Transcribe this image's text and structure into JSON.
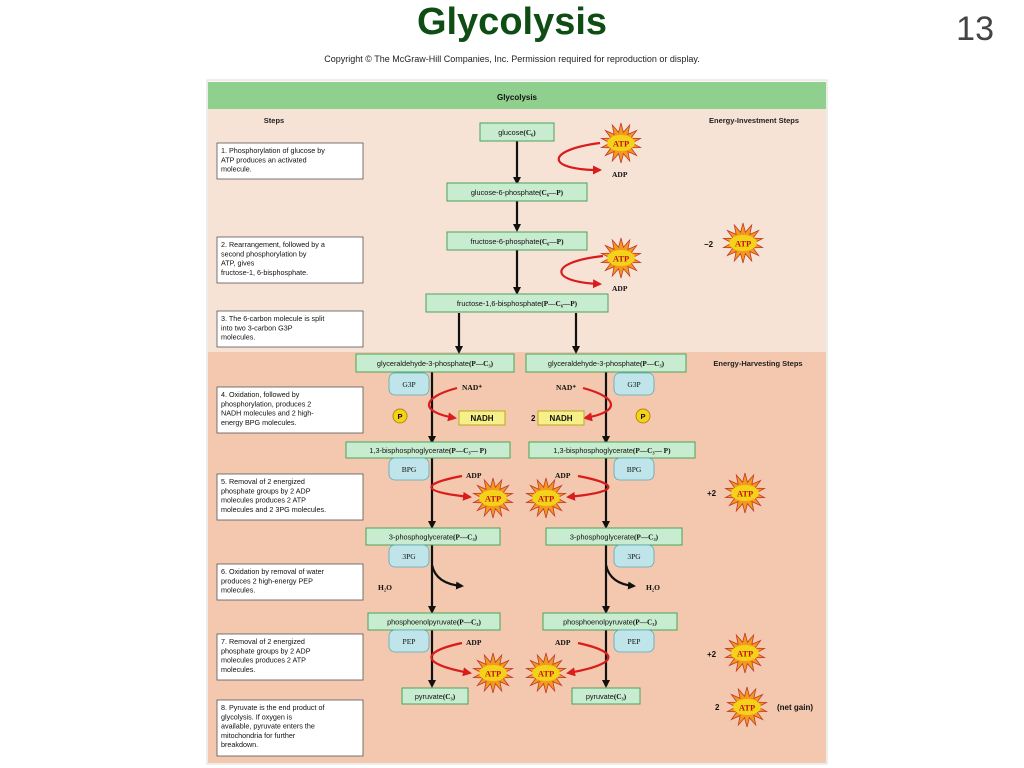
{
  "slide": {
    "title": "Glycolysis",
    "number": "13",
    "copyright": "Copyright © The McGraw-Hill Companies, Inc. Permission required for reproduction or display."
  },
  "figure": {
    "banner": "Glycolysis",
    "steps_header": "Steps",
    "investment_header": "Energy-Investment Steps",
    "harvesting_header": "Energy-Harvesting Steps",
    "colors": {
      "banner": "#8fd08f",
      "investment_bg": "#f7e2d6",
      "harvesting_bg": "#f3c8ae",
      "molecule_box": "#c8ecd0",
      "molecule_border": "#4aa35a",
      "abbr_box": "#bfe4ea",
      "nadh_box": "#f7f08a",
      "arrow_red": "#d91c1c",
      "atp_burst": "#f39a1e",
      "atp_center": "#f5d21a"
    },
    "steps": [
      [
        "1. Phosphorylation of glucose by",
        "ATP produces an activated",
        "molecule."
      ],
      [
        "2. Rearrangement, followed by a",
        "second phosphorylation by",
        "ATP, gives",
        "fructose-1, 6-bisphosphate."
      ],
      [
        "3. The 6-carbon molecule is split",
        "into two 3-carbon G3P",
        "molecules."
      ],
      [
        "4. Oxidation, followed by",
        "phosphorylation, produces 2",
        "NADH molecules and 2 high-",
        "energy BPG molecules."
      ],
      [
        "5. Removal of 2 energized",
        "phosphate groups by 2 ADP",
        "molecules produces 2 ATP",
        "molecules and 2 3PG molecules."
      ],
      [
        "6. Oxidation by removal of water",
        "produces 2 high-energy PEP",
        "molecules."
      ],
      [
        "7. Removal of 2 energized",
        "phosphate groups by 2 ADP",
        "molecules produces 2 ATP",
        "molecules."
      ],
      [
        "8. Pyruvate is the end product of",
        "glycolysis. If oxygen is",
        "available, pyruvate enters the",
        "mitochondria for further",
        "breakdown."
      ]
    ],
    "molecules": {
      "glucose": {
        "name": "glucose",
        "formula": "(C₆)"
      },
      "g6p": {
        "name": "glucose-6-phosphate",
        "formula": "(C₆—P)"
      },
      "f6p": {
        "name": "fructose-6-phosphate",
        "formula": "(C₆—P)"
      },
      "f16bp": {
        "name": "fructose-1,6-bisphosphate",
        "formula": "(P—C₆—P)"
      },
      "g3p": {
        "name": "glyceraldehyde-3-phosphate",
        "formula": "(P—C₃)"
      },
      "bpg": {
        "name": "1,3-bisphosphoglycerate",
        "formula": "(P—C₃— P)"
      },
      "pg3": {
        "name": "3-phosphoglycerate",
        "formula": "(P—C₃)"
      },
      "pep": {
        "name": "phosphoenolpyruvate",
        "formula": "(P—C₃)"
      },
      "pyruvate": {
        "name": "pyruvate",
        "formula": "(C₃)"
      }
    },
    "abbr": {
      "g3p": "G3P",
      "bpg": "BPG",
      "pg3": "3PG",
      "pep": "PEP"
    },
    "labels": {
      "atp": "ATP",
      "adp": "ADP",
      "nad": "NAD⁺",
      "nadh": "NADH",
      "nadh_coef": "2",
      "p": "P",
      "h2o": "H₂O"
    },
    "energy": {
      "investment": "−2",
      "harvest1": "+2",
      "harvest2": "+2",
      "net": "2",
      "net_label": "(net gain)"
    }
  }
}
